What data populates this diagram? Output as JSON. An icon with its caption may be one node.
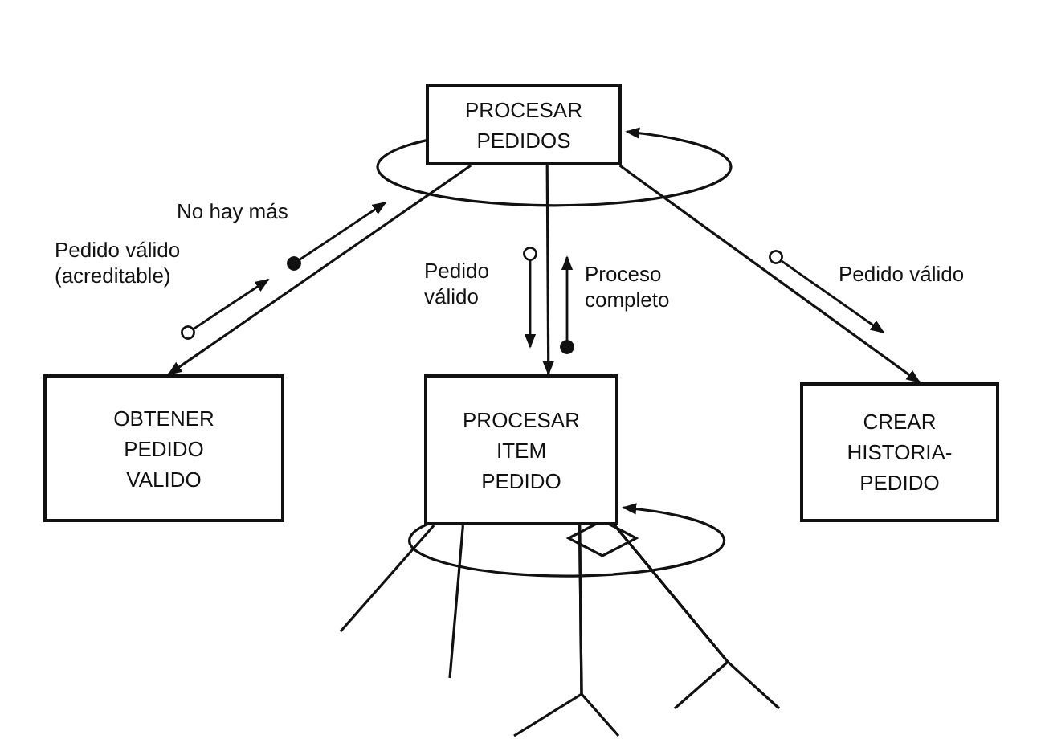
{
  "diagram": {
    "nodes": [
      {
        "text": [
          "PROCESAR PEDIDOS"
        ]
      },
      {
        "text": [
          "OBTENER PEDIDO VALIDO"
        ]
      },
      {
        "text": [
          "PROCESAR ITEM PEDIDO"
        ]
      },
      {
        "text": [
          "CREAR HISTORIA-PEDIDO"
        ]
      }
    ],
    "edges": [
      {
        "from": 0,
        "to": 1,
        "arrow": "to"
      },
      {
        "from": 0,
        "to": 2,
        "arrow": "to"
      },
      {
        "from": 0,
        "to": 3,
        "arrow": "to"
      },
      {
        "from": 2,
        "to": null,
        "arrow": "none"
      },
      {
        "from": 2,
        "to": null,
        "arrow": "none"
      },
      {
        "from": 2,
        "to": null,
        "arrow": "none"
      },
      {
        "from": 2,
        "to": null,
        "arrow": "none"
      },
      {
        "from": 2,
        "to": null,
        "arrow": "none"
      },
      {
        "from": 2,
        "to": null,
        "arrow": "none"
      }
    ],
    "labels": [
      "No hay más",
      "Pedido válido (acreditable)",
      "Pedido válido",
      "Proceso completo",
      "Pedido válido"
    ]
  }
}
